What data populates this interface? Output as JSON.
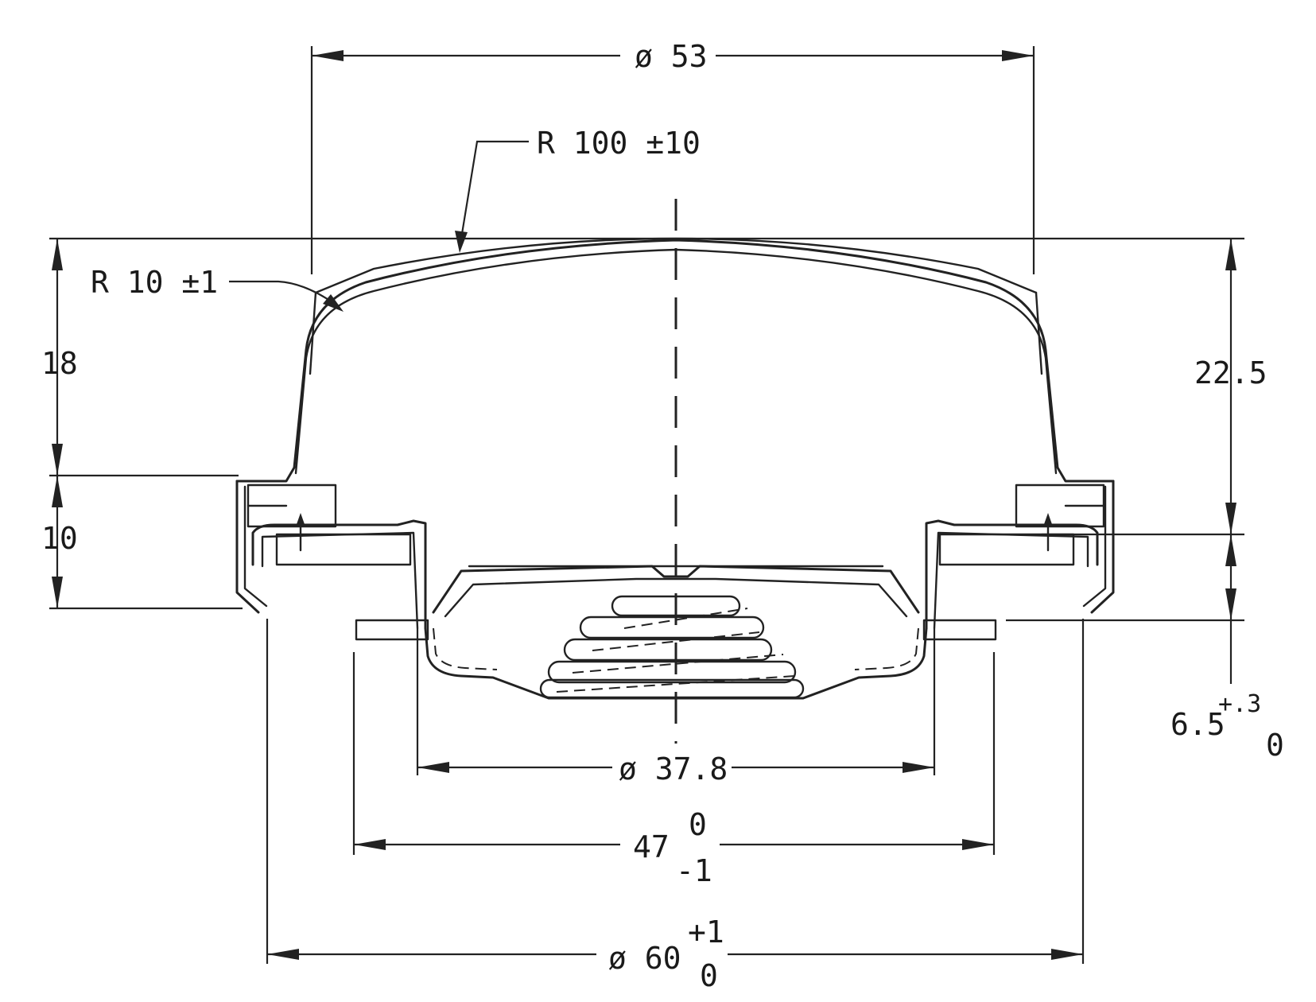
{
  "labels": {
    "dia_top": "ø 53",
    "r_top": "R 100 ±10",
    "r_corner": "R 10 ±1",
    "h18": "18",
    "h10": "10",
    "h225": "22.5",
    "h65_main": "6.5",
    "h65_sup": "+.3",
    "h65_sub": "0",
    "dia378": "ø 37.8",
    "w47_main": "47",
    "w47_sup": "0",
    "w47_sub": "-1",
    "dia60_main": "ø 60",
    "dia60_sup": "+1",
    "dia60_sub": "0"
  }
}
